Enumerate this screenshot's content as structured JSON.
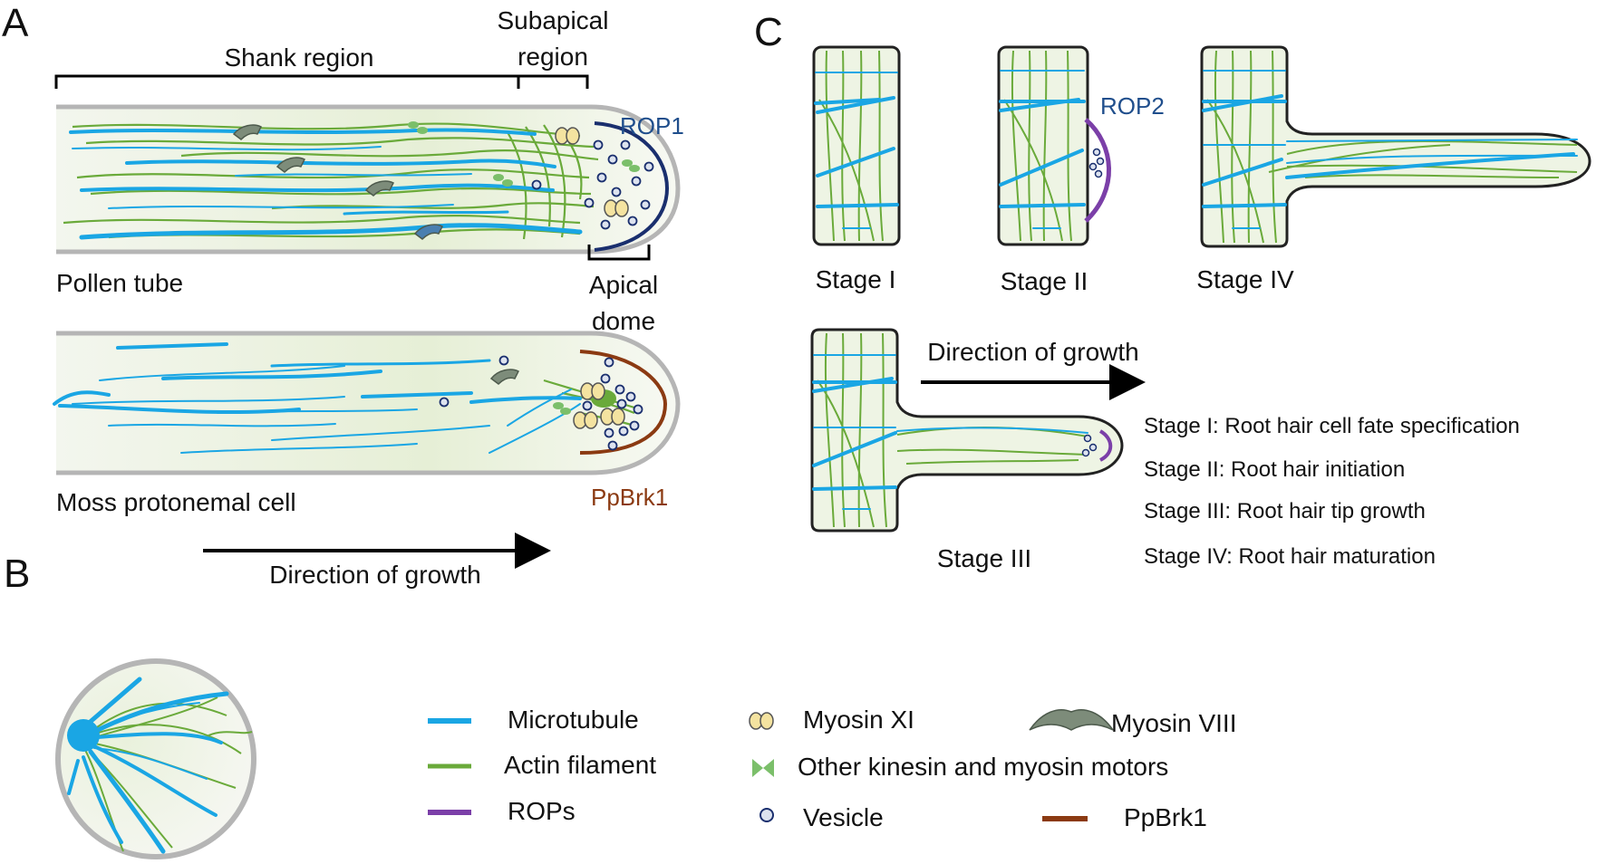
{
  "panels": {
    "a": "A",
    "b": "B",
    "c": "C"
  },
  "panel_a": {
    "shank_region": "Shank region",
    "subapical_line1": "Subapical",
    "subapical_line2": "region",
    "apical_line1": "Apical",
    "apical_line2": "dome",
    "rop1": "ROP1",
    "pollen_tube": "Pollen tube",
    "ppbrk1": "PpBrk1",
    "moss_cell": "Moss protonemal cell",
    "direction": "Direction of growth"
  },
  "panel_c": {
    "stage1": "Stage I",
    "stage2": "Stage II",
    "stage3": "Stage III",
    "stage4": "Stage IV",
    "rop2": "ROP2",
    "direction": "Direction of growth",
    "descriptions": [
      "Stage I: Root hair cell fate specification",
      "Stage II: Root hair initiation",
      "Stage III: Root hair tip growth",
      "Stage IV: Root hair maturation"
    ]
  },
  "legend": {
    "microtubule": "Microtubule",
    "actin": "Actin filament",
    "rops": "ROPs",
    "myosin_xi": "Myosin XI",
    "other_motors": "Other kinesin and myosin motors",
    "vesicle": "Vesicle",
    "myosin_viii": "Myosin VIII",
    "ppbrk1": "PpBrk1"
  },
  "colors": {
    "microtubule": "#1aa6e4",
    "actin": "#6aaa3a",
    "rop": "#7b3fa8",
    "ppbrk1": "#8b3a12",
    "rop1_cap": "#1a2f6e",
    "cell_wall": "#b8b8b8",
    "myosin_viii": "#7d8c7a",
    "myosin_xi": "#f4e3a0",
    "other_motor": "#7bbf6a",
    "vesicle": "#dde3ef",
    "rop_label": "#1f4e8c",
    "ppbrk1_label": "#8b3a12"
  }
}
